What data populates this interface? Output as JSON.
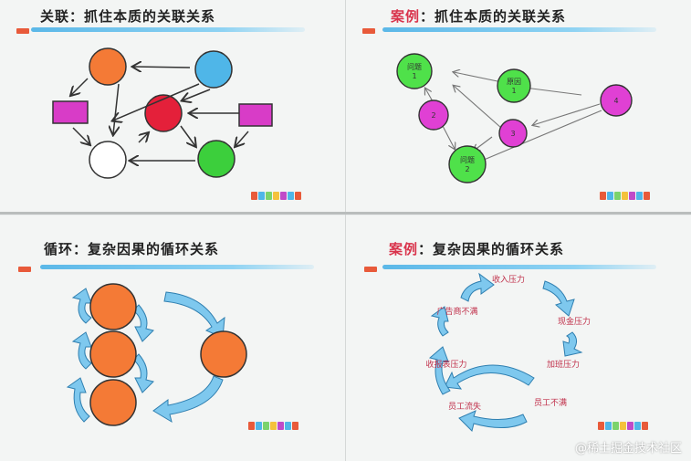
{
  "panels": {
    "p1": {
      "title": "关联：抓住本质的关联关系"
    },
    "p2": {
      "title_accent": "案例",
      "title_rest": "：抓住本质的关联关系"
    },
    "p3": {
      "title": "循环：复杂因果的循环关系"
    },
    "p4": {
      "title_accent": "案例",
      "title_rest": "：复杂因果的循环关系"
    }
  },
  "case_nodes": {
    "problem1": "问题\n1",
    "reason": "原因\n1",
    "n2": "2",
    "n3": "3",
    "n4": "4",
    "problem2": "问题\n2"
  },
  "cycle_labels": [
    "收入压力",
    "现金压力",
    "加班压力",
    "员工不满",
    "员工流失",
    "收报表压力",
    "广告商不满"
  ],
  "watermark": "@稀土掘金技术社区",
  "colors": {
    "orange": "#f47a36",
    "blue": "#4fb6e8",
    "red": "#e4203a",
    "green": "#3ccf3c",
    "magenta": "#d83cc7",
    "accent_title": "#d9344c",
    "arrow_blue": "#5db8e6"
  }
}
